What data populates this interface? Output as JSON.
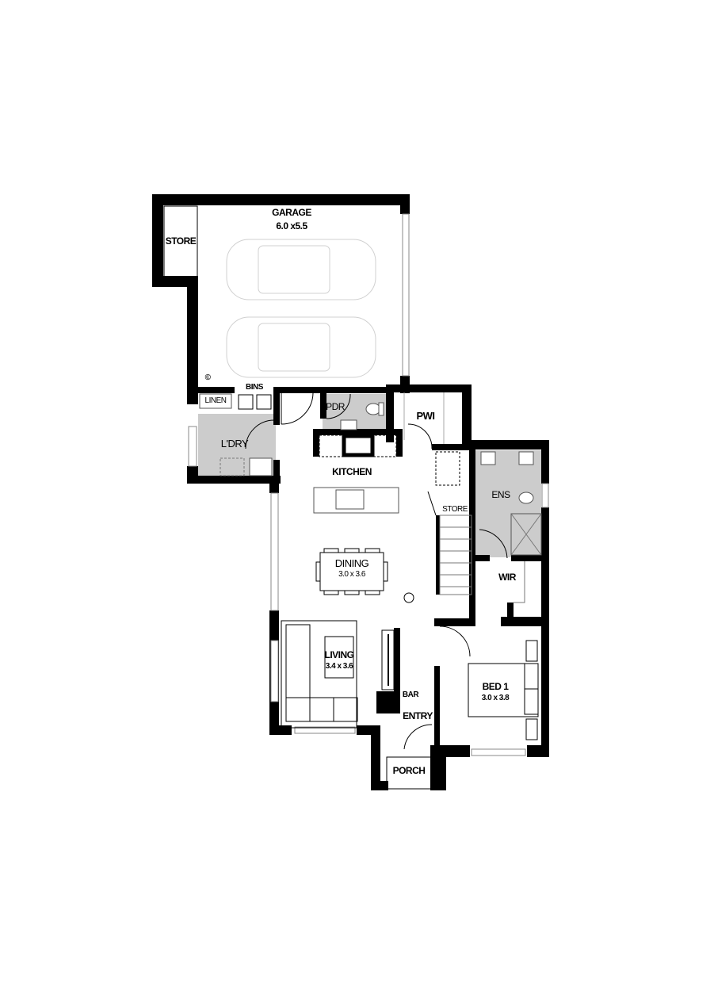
{
  "plan": {
    "type": "single-storey house floor plan",
    "colors": {
      "wall": "#000000",
      "wet_area": "#cccccc",
      "fixture_line": "#888888",
      "car_outline": "#d0d0d0",
      "background": "#ffffff"
    },
    "rooms": {
      "garage": {
        "name": "GARAGE",
        "size": "6.0  x5.5"
      },
      "garage_store": {
        "name": "STORE"
      },
      "bins": {
        "name": "BINS"
      },
      "linen": {
        "name": "LINEN"
      },
      "laundry": {
        "name": "L'DRY"
      },
      "powder": {
        "name": "PDR"
      },
      "pantry": {
        "name": "PWI"
      },
      "kitchen": {
        "name": "KITCHEN"
      },
      "store": {
        "name": "STORE"
      },
      "ensuite": {
        "name": "ENS"
      },
      "wir": {
        "name": "WIR"
      },
      "dining": {
        "name": "DINING",
        "size": "3.0 x 3.6"
      },
      "living": {
        "name": "LIVING",
        "size": "3.4 x 3.6"
      },
      "bed1": {
        "name": "BED 1",
        "size": "3.0 x 3.8"
      },
      "entry": {
        "name": "ENTRY"
      },
      "porch": {
        "name": "PORCH"
      },
      "bar": {
        "name": "BAR"
      }
    },
    "symbols": {
      "hws": "©"
    }
  }
}
